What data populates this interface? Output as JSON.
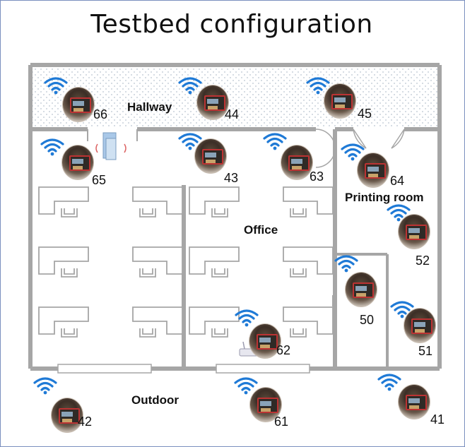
{
  "title": "Testbed configuration",
  "rooms": {
    "hallway": "Hallway",
    "office": "Office",
    "printing_room": "Printing room",
    "outdoor": "Outdoor"
  },
  "nodes": [
    "66",
    "44",
    "45",
    "65",
    "43",
    "63",
    "64",
    "52",
    "50",
    "51",
    "62",
    "42",
    "61",
    "41"
  ],
  "colors": {
    "wall": "#a6a6a6",
    "wifi": "#1f7ad6",
    "border": "#7a8fbf"
  },
  "icons": {
    "wifi": "wifi-icon",
    "node": "sensor-node-icon",
    "router": "router-icon"
  }
}
